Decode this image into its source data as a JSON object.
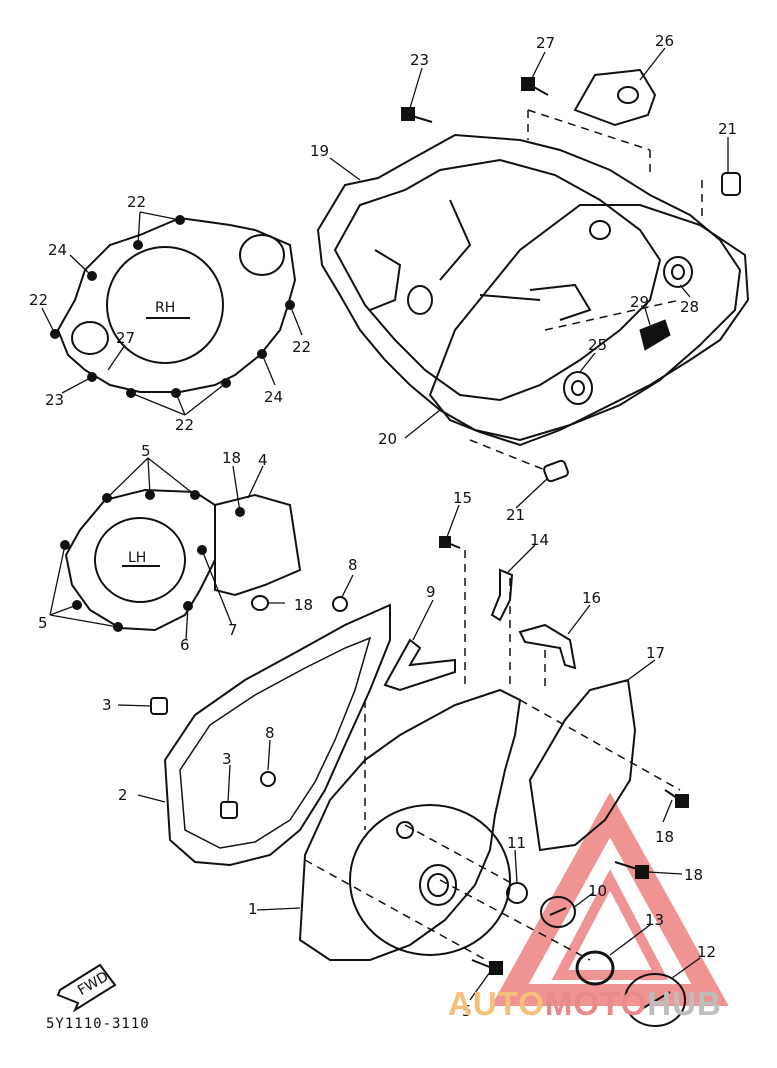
{
  "diagram": {
    "part_code": "5Y1110-3110",
    "forward_arrow_text": "FWD",
    "rh_cover_label": "RH",
    "lh_cover_label": "LH",
    "callouts": [
      {
        "id": "c1",
        "text": "1"
      },
      {
        "id": "c2",
        "text": "2"
      },
      {
        "id": "c3a",
        "text": "3"
      },
      {
        "id": "c3b",
        "text": "3"
      },
      {
        "id": "c4",
        "text": "4"
      },
      {
        "id": "c5a",
        "text": "5"
      },
      {
        "id": "c5b",
        "text": "5"
      },
      {
        "id": "c5c",
        "text": "5"
      },
      {
        "id": "c6",
        "text": "6"
      },
      {
        "id": "c7",
        "text": "7"
      },
      {
        "id": "c8a",
        "text": "8"
      },
      {
        "id": "c8b",
        "text": "8"
      },
      {
        "id": "c9",
        "text": "9"
      },
      {
        "id": "c10",
        "text": "10"
      },
      {
        "id": "c11",
        "text": "11"
      },
      {
        "id": "c12",
        "text": "12"
      },
      {
        "id": "c13",
        "text": "13"
      },
      {
        "id": "c14",
        "text": "14"
      },
      {
        "id": "c15",
        "text": "15"
      },
      {
        "id": "c16",
        "text": "16"
      },
      {
        "id": "c17",
        "text": "17"
      },
      {
        "id": "c18a",
        "text": "18"
      },
      {
        "id": "c18b",
        "text": "18"
      },
      {
        "id": "c18c",
        "text": "18"
      },
      {
        "id": "c18d",
        "text": "18"
      },
      {
        "id": "c19",
        "text": "19"
      },
      {
        "id": "c20",
        "text": "20"
      },
      {
        "id": "c21a",
        "text": "21"
      },
      {
        "id": "c21b",
        "text": "21"
      },
      {
        "id": "c22a",
        "text": "22"
      },
      {
        "id": "c22b",
        "text": "22"
      },
      {
        "id": "c22c",
        "text": "22"
      },
      {
        "id": "c22d",
        "text": "22"
      },
      {
        "id": "c23a",
        "text": "23"
      },
      {
        "id": "c23b",
        "text": "23"
      },
      {
        "id": "c24a",
        "text": "24"
      },
      {
        "id": "c24b",
        "text": "24"
      },
      {
        "id": "c25",
        "text": "25"
      },
      {
        "id": "c26",
        "text": "26"
      },
      {
        "id": "c27a",
        "text": "27"
      },
      {
        "id": "c27b",
        "text": "27"
      },
      {
        "id": "c28",
        "text": "28"
      },
      {
        "id": "c29",
        "text": "29"
      }
    ]
  },
  "watermark": {
    "part1": "AUTO",
    "part2": "MOTO",
    "part3": "HUB",
    "colors": {
      "triangle": "#e23b3b",
      "auto": "#f5c07a",
      "moto": "#e98a8a",
      "hub": "#bdbdbd"
    }
  }
}
